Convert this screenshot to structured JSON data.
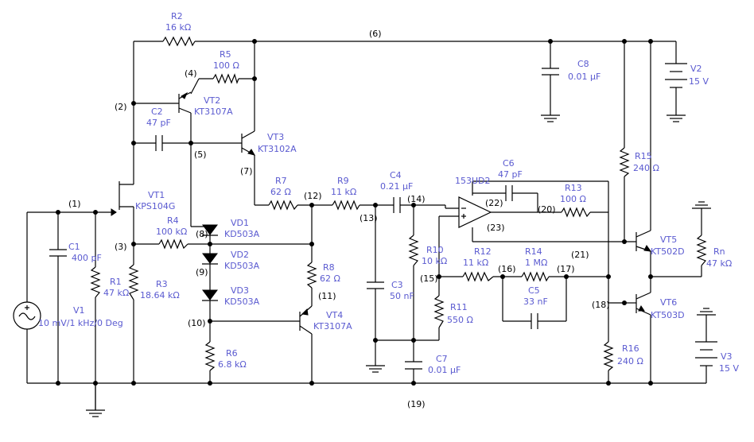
{
  "components": {
    "R1": {
      "name": "R1",
      "value": "47 kΩ"
    },
    "R2": {
      "name": "R2",
      "value": "16 kΩ"
    },
    "R3": {
      "name": "R3",
      "value": "18.64 kΩ"
    },
    "R4": {
      "name": "R4",
      "value": "100 kΩ"
    },
    "R5": {
      "name": "R5",
      "value": "100 Ω"
    },
    "R6": {
      "name": "R6",
      "value": "6.8 kΩ"
    },
    "R7": {
      "name": "R7",
      "value": "62 Ω"
    },
    "R8": {
      "name": "R8",
      "value": "62 Ω"
    },
    "R9": {
      "name": "R9",
      "value": "11 kΩ"
    },
    "R10": {
      "name": "R10",
      "value": "10 kΩ"
    },
    "R11": {
      "name": "R11",
      "value": "550 Ω"
    },
    "R12": {
      "name": "R12",
      "value": "11 kΩ"
    },
    "R13": {
      "name": "R13",
      "value": "100 Ω"
    },
    "R14": {
      "name": "R14",
      "value": "1 MΩ"
    },
    "R15": {
      "name": "R15",
      "value": "240 Ω"
    },
    "R16": {
      "name": "R16",
      "value": "240 Ω"
    },
    "Rn": {
      "name": "Rn",
      "value": "47 kΩ"
    },
    "C1": {
      "name": "C1",
      "value": "400 pF"
    },
    "C2": {
      "name": "C2",
      "value": "47 pF"
    },
    "C3": {
      "name": "C3",
      "value": "50 nF"
    },
    "C4": {
      "name": "C4",
      "value": "0.21 µF"
    },
    "C5": {
      "name": "C5",
      "value": "33 nF"
    },
    "C6": {
      "name": "C6",
      "value": "47 pF"
    },
    "C7": {
      "name": "C7",
      "value": "0.01 µF"
    },
    "C8": {
      "name": "C8",
      "value": "0.01 µF"
    },
    "VT1": {
      "name": "VT1",
      "value": "KPS104G"
    },
    "VT2": {
      "name": "VT2",
      "value": "KT3107A"
    },
    "VT3": {
      "name": "VT3",
      "value": "KT3102A"
    },
    "VT4": {
      "name": "VT4",
      "value": "KT3107A"
    },
    "VT5": {
      "name": "VT5",
      "value": "KT502D"
    },
    "VT6": {
      "name": "VT6",
      "value": "KT503D"
    },
    "VD1": {
      "name": "VD1",
      "value": "KD503A"
    },
    "VD2": {
      "name": "VD2",
      "value": "KD503A"
    },
    "VD3": {
      "name": "VD3",
      "value": "KD503A"
    },
    "U1": {
      "name": "153UD2"
    },
    "V1": {
      "name": "V1",
      "value": "10 mV/1 kHz/0 Deg"
    },
    "V2": {
      "name": "V2",
      "value": "15 V"
    },
    "V3": {
      "name": "V3",
      "value": "15 V"
    }
  },
  "nodes": {
    "n1": "(1)",
    "n2": "(2)",
    "n3": "(3)",
    "n4": "(4)",
    "n5": "(5)",
    "n6": "(6)",
    "n7": "(7)",
    "n8": "(8)",
    "n9": "(9)",
    "n10": "(10)",
    "n11": "(11)",
    "n12": "(12)",
    "n13": "(13)",
    "n14": "(14)",
    "n15": "(15)",
    "n16": "(16)",
    "n17": "(17)",
    "n18": "(18)",
    "n19": "(19)",
    "n20": "(20)",
    "n21": "(21)",
    "n22": "(22)",
    "n23": "(23)"
  }
}
